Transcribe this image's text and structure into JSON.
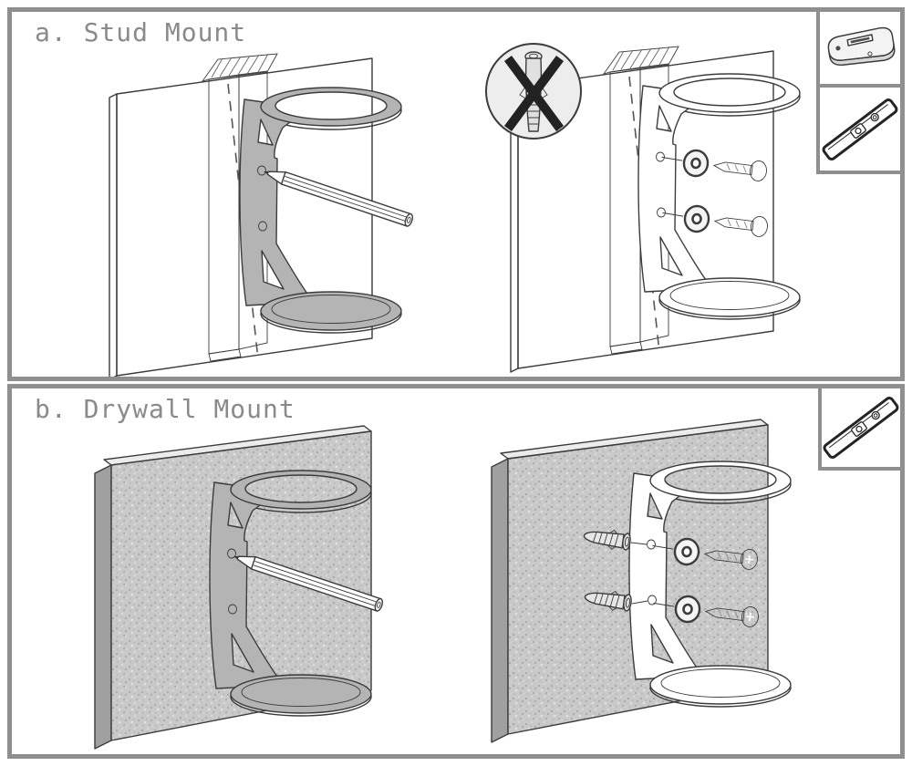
{
  "document": {
    "type": "speaker-wall-mount-instructions",
    "sections_count": 2
  },
  "colors": {
    "background": "#ffffff",
    "panel_border": "#8f8f8f",
    "title_text": "#8a8a8a",
    "line": "#3c3c3c",
    "bracket_shaded_fill": "#b4b4b4",
    "bracket_outline_fill": "#ffffff",
    "drywall_fill": "#c9c9c9",
    "drywall_side_fill": "#a0a0a0",
    "metal_dark": "#2f2f2f",
    "prohibition_circle_fill": "#ededed"
  },
  "sections": {
    "stud": {
      "label": "a.",
      "title": "a. Stud Mount",
      "tools": [
        {
          "icon": "stud-finder-icon"
        },
        {
          "icon": "level-icon"
        }
      ],
      "steps": [
        {
          "name": "mark-screw-holes",
          "icons": [
            "wall-with-stud",
            "mount-bracket",
            "pencil-icon",
            "stud-centerline-dashed"
          ]
        },
        {
          "name": "fasten-bracket",
          "icons": [
            "wall-with-stud",
            "mount-bracket",
            "washer-icon",
            "screw-icon"
          ],
          "prohibition": "no-wall-anchor-icon"
        }
      ]
    },
    "drywall": {
      "label": "b.",
      "title": "b. Drywall Mount",
      "tools": [
        {
          "icon": "level-icon"
        }
      ],
      "steps": [
        {
          "name": "mark-screw-holes",
          "icons": [
            "drywall-panel",
            "mount-bracket",
            "pencil-icon"
          ]
        },
        {
          "name": "fasten-bracket",
          "icons": [
            "drywall-panel",
            "mount-bracket",
            "wall-anchor-icon",
            "washer-icon",
            "screw-icon"
          ]
        }
      ]
    }
  }
}
